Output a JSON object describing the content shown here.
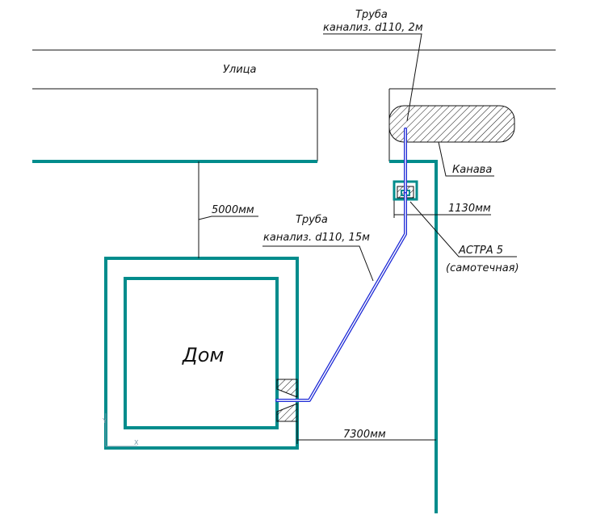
{
  "colors": {
    "wall": "#008c8c",
    "pipe": "#1e2ad6",
    "line": "#111111",
    "hatch": "#111111"
  },
  "labels": {
    "pipe_top_line1": "Труба",
    "pipe_top_line2": "канализ. d110, 2м",
    "street": "Улица",
    "ditch": "Канава",
    "dist_street": "5000мм",
    "pipe_mid_line1": "Труба",
    "pipe_mid_line2": "канализ. d110, 15м",
    "dist_tank": "1130мм",
    "tank_line1": "АСТРА 5",
    "tank_line2": "(самотечная)",
    "house": "Дом",
    "dist_house": "7300мм"
  },
  "axis_icon": {
    "x_label": "X",
    "y_label": "Y"
  }
}
